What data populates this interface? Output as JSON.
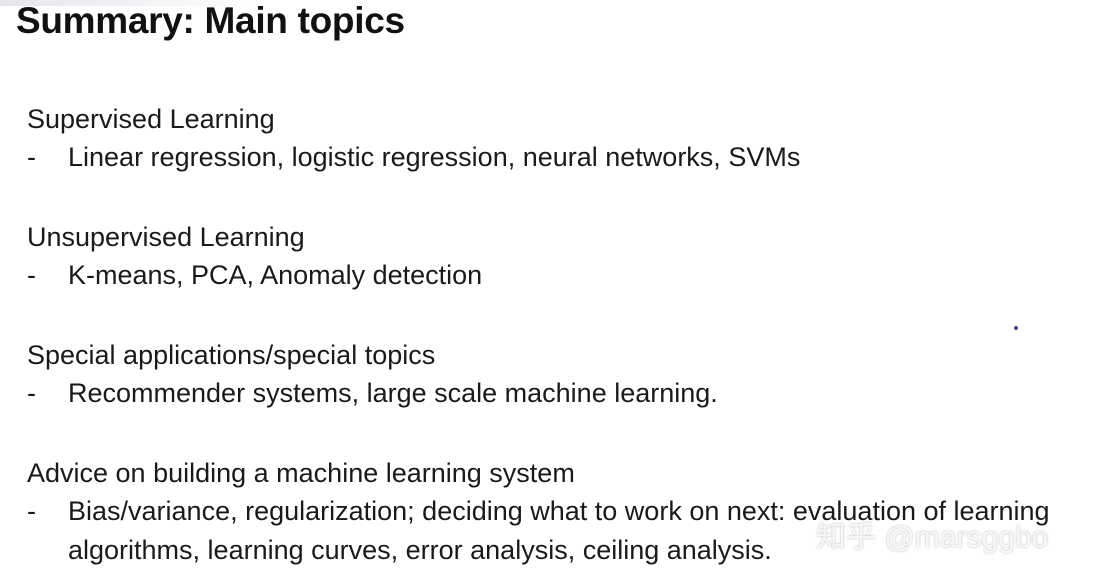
{
  "slide": {
    "title": "Summary: Main topics",
    "sections": [
      {
        "heading": "Supervised Learning",
        "bullet_marker": "-",
        "bullet": "Linear regression, logistic regression, neural networks, SVMs"
      },
      {
        "heading": "Unsupervised Learning",
        "bullet_marker": "-",
        "bullet": "K-means, PCA, Anomaly detection"
      },
      {
        "heading": "Special applications/special topics",
        "bullet_marker": "-",
        "bullet": "Recommender systems, large scale machine learning."
      },
      {
        "heading": "Advice on building a machine learning system",
        "bullet_marker": "-",
        "bullet": "Bias/variance, regularization; deciding what to work on next: evaluation of learning algorithms, learning curves, error analysis, ceiling analysis."
      }
    ]
  },
  "watermark": {
    "text": "知乎 @marsggbo"
  }
}
